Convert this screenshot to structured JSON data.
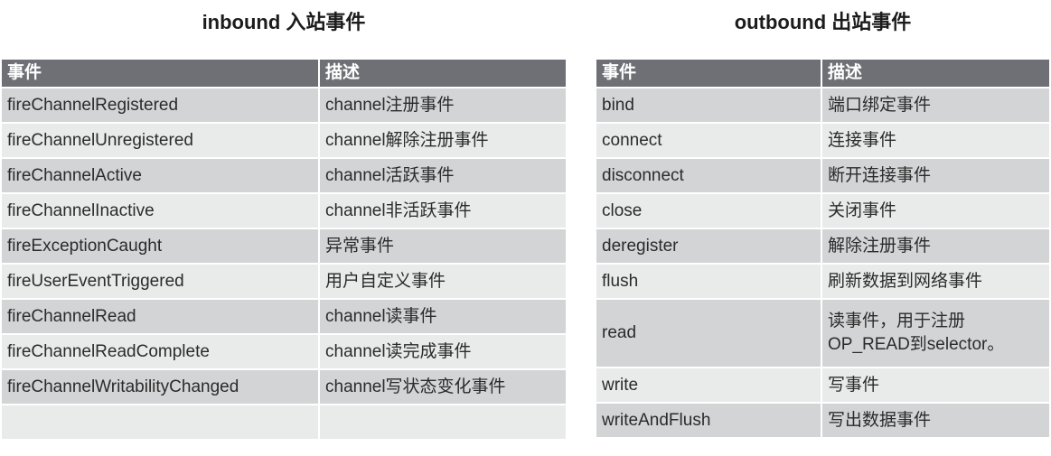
{
  "colors": {
    "header_bg": "#6e7075",
    "row_dark": "#d3d4d5",
    "row_light": "#e9eaea",
    "header_text": "#ffffff",
    "body_text": "#2b2b2b",
    "title_text": "#1c1c1c",
    "divider": "#ffffff"
  },
  "tables": [
    {
      "id": "inbound",
      "title": "inbound 入站事件",
      "columns": [
        "事件",
        "描述"
      ],
      "rows": [
        [
          "fireChannelRegistered",
          "channel注册事件"
        ],
        [
          "fireChannelUnregistered",
          "channel解除注册事件"
        ],
        [
          "fireChannelActive",
          "channel活跃事件"
        ],
        [
          "fireChannelInactive",
          "channel非活跃事件"
        ],
        [
          "fireExceptionCaught",
          "异常事件"
        ],
        [
          "fireUserEventTriggered",
          "用户自定义事件"
        ],
        [
          "fireChannelRead",
          "channel读事件"
        ],
        [
          "fireChannelReadComplete",
          "channel读完成事件"
        ],
        [
          "fireChannelWritabilityChanged",
          "channel写状态变化事件"
        ],
        [
          "",
          ""
        ]
      ]
    },
    {
      "id": "outbound",
      "title": "outbound 出站事件",
      "columns": [
        "事件",
        "描述"
      ],
      "rows": [
        [
          "bind",
          "端口绑定事件"
        ],
        [
          "connect",
          "连接事件"
        ],
        [
          "disconnect",
          "断开连接事件"
        ],
        [
          "close",
          "关闭事件"
        ],
        [
          "deregister",
          "解除注册事件"
        ],
        [
          "flush",
          "刷新数据到网络事件"
        ],
        [
          "read",
          "读事件，用于注册OP_READ到selector。"
        ],
        [
          "write",
          "写事件"
        ],
        [
          "writeAndFlush",
          "写出数据事件"
        ]
      ]
    }
  ]
}
